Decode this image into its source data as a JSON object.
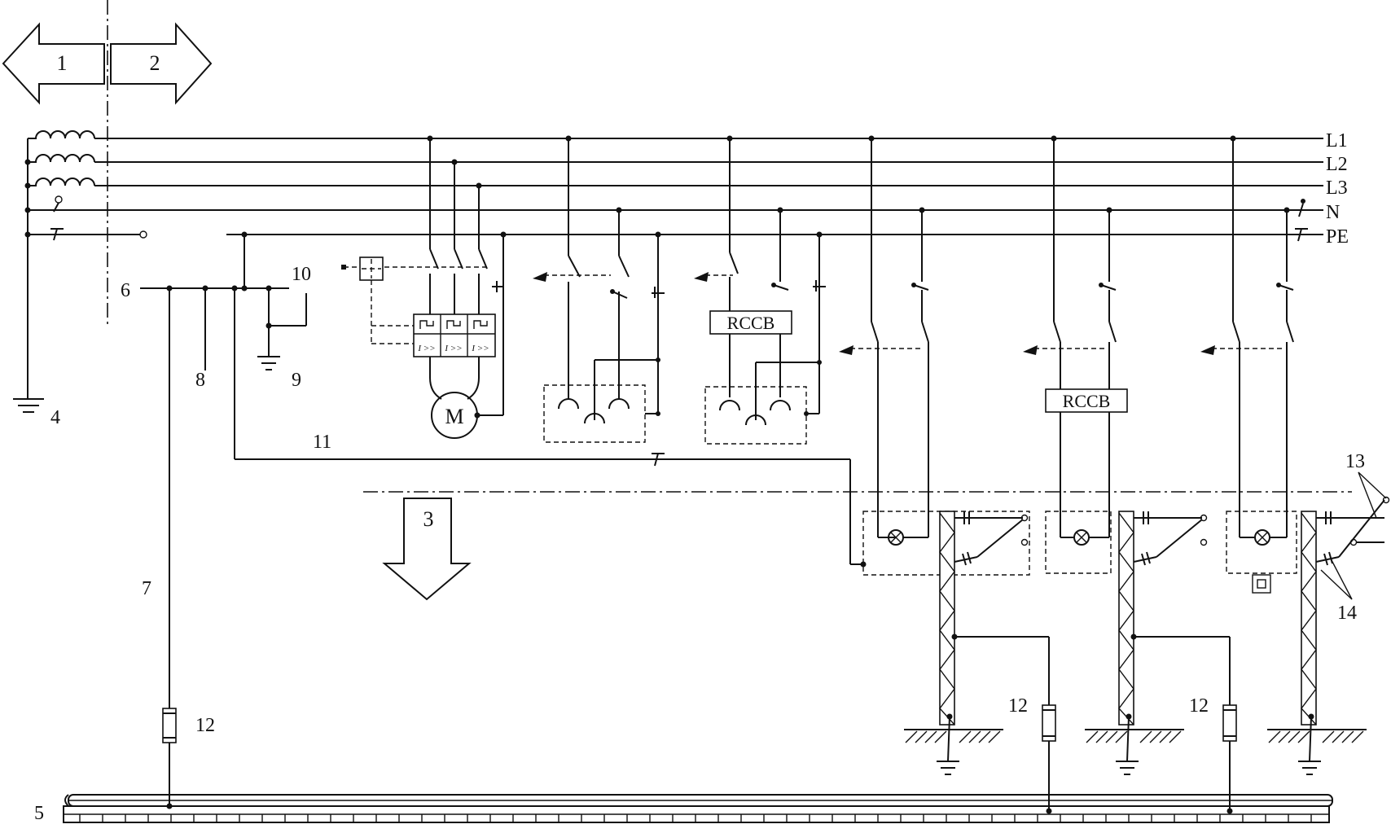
{
  "arrows": {
    "a1": "1",
    "a2": "2",
    "a3": "3"
  },
  "bus_labels": {
    "l1": "L1",
    "l2": "L2",
    "l3": "L3",
    "n": "N",
    "pe": "PE"
  },
  "callouts": {
    "c4": "4",
    "c5": "5",
    "c6": "6",
    "c7": "7",
    "c8": "8",
    "c9": "9",
    "c10": "10",
    "c11": "11",
    "c12a": "12",
    "c12b": "12",
    "c12c": "12",
    "c13": "13",
    "c14": "14"
  },
  "device_labels": {
    "motor": "M",
    "rccb_1": "RCCB",
    "rccb_2": "RCCB",
    "overcurrent_1": "I >>",
    "overcurrent_2": "I >>",
    "overcurrent_3": "I >>"
  }
}
